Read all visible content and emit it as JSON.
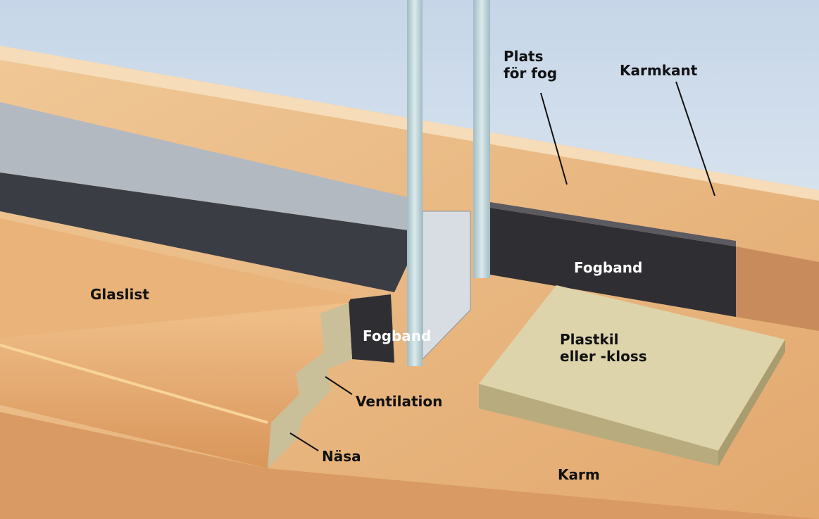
{
  "labels": {
    "plats_line1": "Plats",
    "plats_line2": "för fog",
    "karmkant": "Karmkant",
    "fogband_right": "Fogband",
    "glaslist": "Glaslist",
    "fogband_left": "Fogband",
    "plastkil_line1": "Plastkil",
    "plastkil_line2": "eller -kloss",
    "ventilation": "Ventilation",
    "nasa": "Näsa",
    "karm": "Karm"
  },
  "colors": {
    "wood": "#e9b986",
    "wood_light": "#f3d1a6",
    "glass": "#b9d3d6",
    "fogband": "#2f2f33",
    "spacer": "#a9b0b8",
    "block": "#d9cfa4"
  }
}
